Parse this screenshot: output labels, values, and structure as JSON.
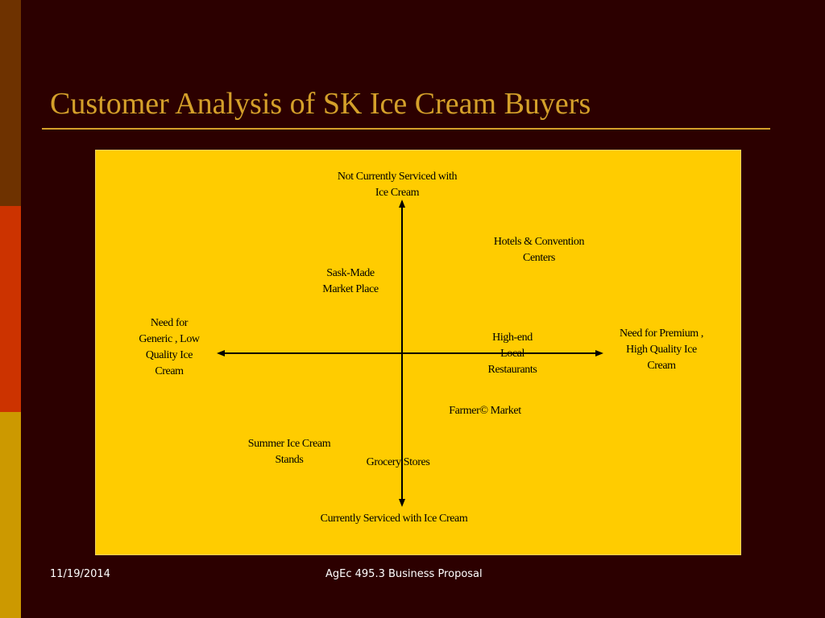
{
  "slide": {
    "title": "Customer Analysis of SK Ice Cream Buyers",
    "footer": {
      "date": "11/19/2014",
      "center": "AgEc 495.3 Business Proposal"
    }
  },
  "colors": {
    "background": "#2c0000",
    "title": "#d4a02a",
    "rule": "#d4a02a",
    "panel": "#ffcc00",
    "axis": "#000000",
    "footer_text": "#ffffff",
    "sidebar": [
      "#6e3200",
      "#cc3300",
      "#cc9900"
    ]
  },
  "map": {
    "axes": {
      "top": [
        "Not Currently Serviced  with",
        "Ice Cream"
      ],
      "bottom": [
        "Currently Serviced with Ice Cream"
      ],
      "left": [
        "Need for",
        "Generic , Low",
        "Quality Ice",
        "Cream"
      ],
      "right": [
        "Need for Premium  ,",
        "High Quality Ice",
        "Cream"
      ]
    },
    "segments": {
      "hotels": [
        "Hotels & Convention",
        "Centers"
      ],
      "sask_made": [
        "Sask-Made",
        "Market Place"
      ],
      "high_end": [
        "High-end",
        "Local",
        "Restaurants"
      ],
      "farmers_market": [
        "Farmer© Market"
      ],
      "summer_stands": [
        "Summer Ice Cream",
        "Stands"
      ],
      "grocery": [
        "Grocery Stores"
      ]
    }
  }
}
